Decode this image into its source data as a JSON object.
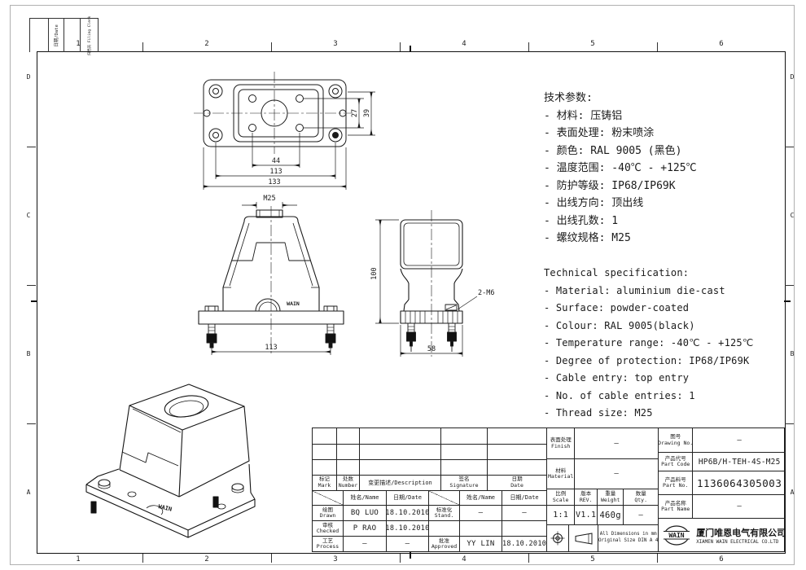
{
  "frame": {
    "zone_numbers": [
      "1",
      "2",
      "3",
      "4",
      "5",
      "6"
    ],
    "zone_letters": [
      "D",
      "C",
      "B",
      "A"
    ],
    "corner": {
      "date": "日期/Date",
      "filing": "归档员 Filing Clerk"
    }
  },
  "specs_cn": {
    "title": "技术参数:",
    "lines": [
      "- 材料: 压铸铝",
      "- 表面处理: 粉末喷涂",
      "- 颜色: RAL 9005 (黑色)",
      "- 温度范围: -40℃ - +125℃",
      "- 防护等级: IP68/IP69K",
      "- 出线方向: 顶出线",
      "- 出线孔数: 1",
      "- 螺纹规格: M25"
    ]
  },
  "specs_en": {
    "title": "Technical specification:",
    "lines": [
      "- Material: aluminium die-cast",
      "- Surface: powder-coated",
      "- Colour: RAL 9005(black)",
      "- Temperature range: -40℃ - +125℃",
      "- Degree of protection: IP68/IP69K",
      "- Cable entry: top entry",
      "- No. of cable entries: 1",
      "- Thread size: M25"
    ]
  },
  "views": {
    "top": {
      "d44": "44",
      "d113": "113",
      "d133": "133",
      "d27": "27",
      "d39": "39"
    },
    "front": {
      "thread": "M25",
      "d113": "113",
      "brand": "WAIN"
    },
    "side": {
      "d100": "100",
      "d58": "58",
      "tap": "2-M6"
    },
    "iso": {
      "brand": "WAIN"
    }
  },
  "title_block": {
    "rev": {
      "mark": {
        "cn": "标记",
        "en": "Mark"
      },
      "number": {
        "cn": "处数",
        "en": "Number"
      },
      "description": "变更描述/Description",
      "signature": {
        "cn": "签名",
        "en": "Signature"
      },
      "date": {
        "cn": "日期",
        "en": "Date"
      },
      "name_hdr": "姓名/Name",
      "date_hdr": "日期/Date"
    },
    "roles": {
      "drawn": {
        "cn": "绘图",
        "en": "Drawn",
        "name": "BQ LUO",
        "date": "18.10.2010"
      },
      "checked": {
        "cn": "审核",
        "en": "Checked",
        "name": "P RAO",
        "date": "18.10.2010"
      },
      "process": {
        "cn": "工艺",
        "en": "Process",
        "name": "–",
        "date": "–"
      },
      "stand": {
        "cn": "标准化",
        "en": "Stand.",
        "name": "–",
        "date": "–"
      },
      "approved": {
        "cn": "批准",
        "en": "Approved",
        "name": "YY LIN",
        "date": "18.10.2010"
      }
    },
    "props": {
      "finish": {
        "cn": "表面处理",
        "en": "Finish",
        "value": "–"
      },
      "material": {
        "cn": "材料",
        "en": "Material",
        "value": "–"
      },
      "scale": {
        "cn": "比例",
        "en": "Scale",
        "value": "1:1"
      },
      "rev": {
        "cn": "版本",
        "en": "REV.",
        "value": "V1.1"
      },
      "weight": {
        "cn": "重量",
        "en": "Weight",
        "value": "460g"
      },
      "qty": {
        "cn": "数量",
        "en": "Qty.",
        "value": "–"
      },
      "note1": "All Dimensions in mm",
      "note2": "Original Size DIN A 4"
    },
    "ids": {
      "drawing_no": {
        "cn": "图号",
        "en": "Drawing No.",
        "value": "–"
      },
      "part_code": {
        "cn": "产品代号",
        "en": "Part Code",
        "value": "HP6B/H-TEH-4S-M25"
      },
      "part_no": {
        "cn": "产品料号",
        "en": "Part No.",
        "value": "1136064305003"
      },
      "part_name": {
        "cn": "产品名称",
        "en": "Part Name",
        "value": "–"
      }
    },
    "company": {
      "logo": "WAIN",
      "cn": "厦门唯恩电气有限公司",
      "en": "XIAMEN WAIN ELECTRICAL CO.LTD"
    }
  },
  "colors": {
    "line": "#1a1a1a",
    "page_border": "#b0b0b0",
    "background": "#ffffff"
  }
}
